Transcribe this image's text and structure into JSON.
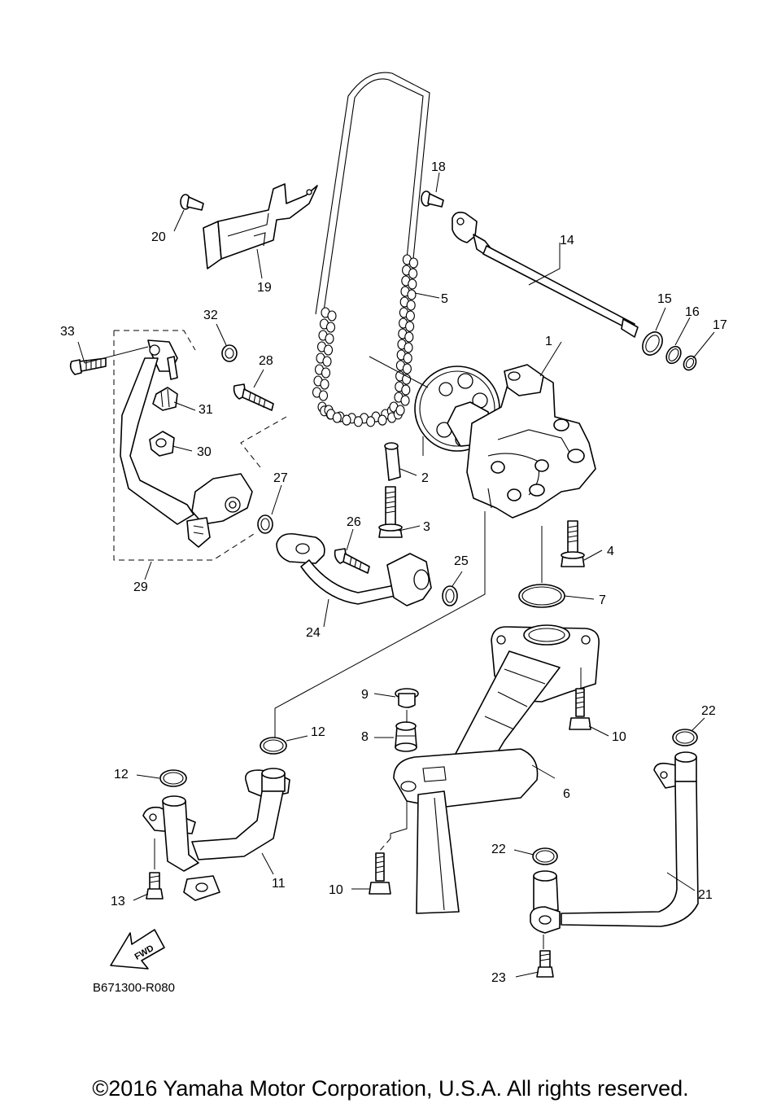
{
  "labels": {
    "p1": "1",
    "p2": "2",
    "p3": "3",
    "p4": "4",
    "p5": "5",
    "p6": "6",
    "p7": "7",
    "p8": "8",
    "p9": "9",
    "p10a": "10",
    "p10b": "10",
    "p11": "11",
    "p12a": "12",
    "p12b": "12",
    "p13": "13",
    "p14": "14",
    "p15": "15",
    "p16": "16",
    "p17": "17",
    "p18": "18",
    "p19": "19",
    "p20": "20",
    "p21": "21",
    "p22a": "22",
    "p22b": "22",
    "p23": "23",
    "p24": "24",
    "p25": "25",
    "p26": "26",
    "p27": "27",
    "p28": "28",
    "p29": "29",
    "p30": "30",
    "p31": "31",
    "p32": "32",
    "p33": "33"
  },
  "arrow_text": "FWD",
  "diagram_code": "B671300-R080",
  "copyright": "©2016 Yamaha Motor Corporation, U.S.A. All rights reserved."
}
